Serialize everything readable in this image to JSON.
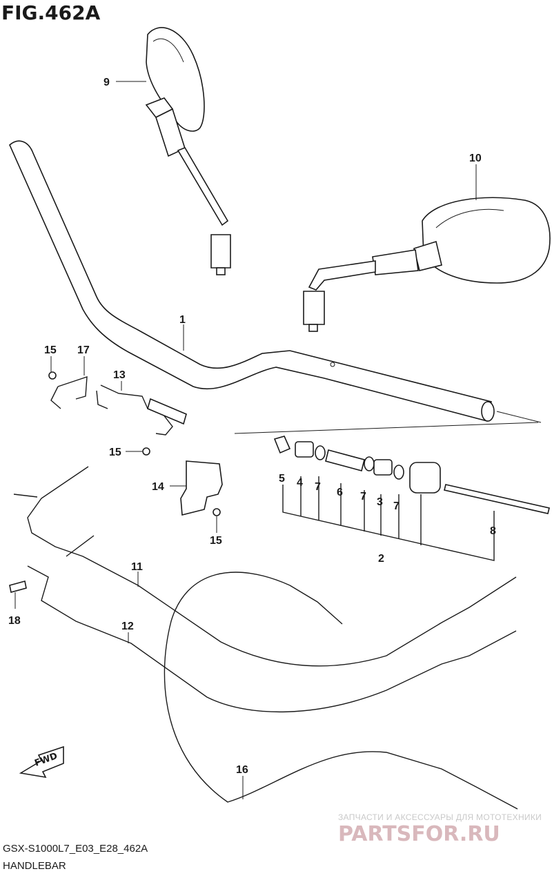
{
  "figure": {
    "title": "FIG.462A",
    "model_code": "GSX-S1000L7_E03_E28_462A",
    "subtitle": "HANDLEBAR",
    "watermark_text": "ЗАПЧАСТИ И АКСЕССУАРЫ ДЛЯ МОТОТЕХНИКИ",
    "watermark_logo": "PARTSFOR.RU",
    "watermark_color": "#d9b8bc",
    "fwd_label": "FWD"
  },
  "callouts": {
    "c1": "1",
    "c2": "2",
    "c3": "3",
    "c4": "4",
    "c5": "5",
    "c6": "6",
    "c7a": "7",
    "c7b": "7",
    "c7c": "7",
    "c8": "8",
    "c9": "9",
    "c10": "10",
    "c11": "11",
    "c12": "12",
    "c13": "13",
    "c14": "14",
    "c15a": "15",
    "c15b": "15",
    "c15c": "15",
    "c16": "16",
    "c17": "17",
    "c18": "18"
  }
}
